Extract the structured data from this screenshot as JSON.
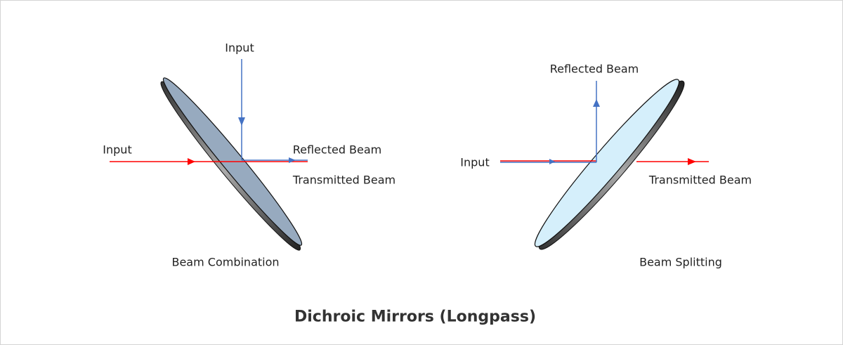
{
  "title": "Dichroic Mirrors (Longpass)",
  "left_diagram": {
    "caption": "Beam Combination",
    "input_top": "Input",
    "input_left": "Input",
    "reflected": "Reflected Beam",
    "transmitted": "Transmitted Beam",
    "mirror_color": "#97aabf"
  },
  "right_diagram": {
    "caption": "Beam Splitting",
    "input": "Input",
    "reflected": "Reflected Beam",
    "transmitted": "Transmitted Beam",
    "mirror_color": "#d5effb"
  },
  "colors": {
    "red_beam": "#ff0000",
    "blue_beam": "#4472c4"
  }
}
